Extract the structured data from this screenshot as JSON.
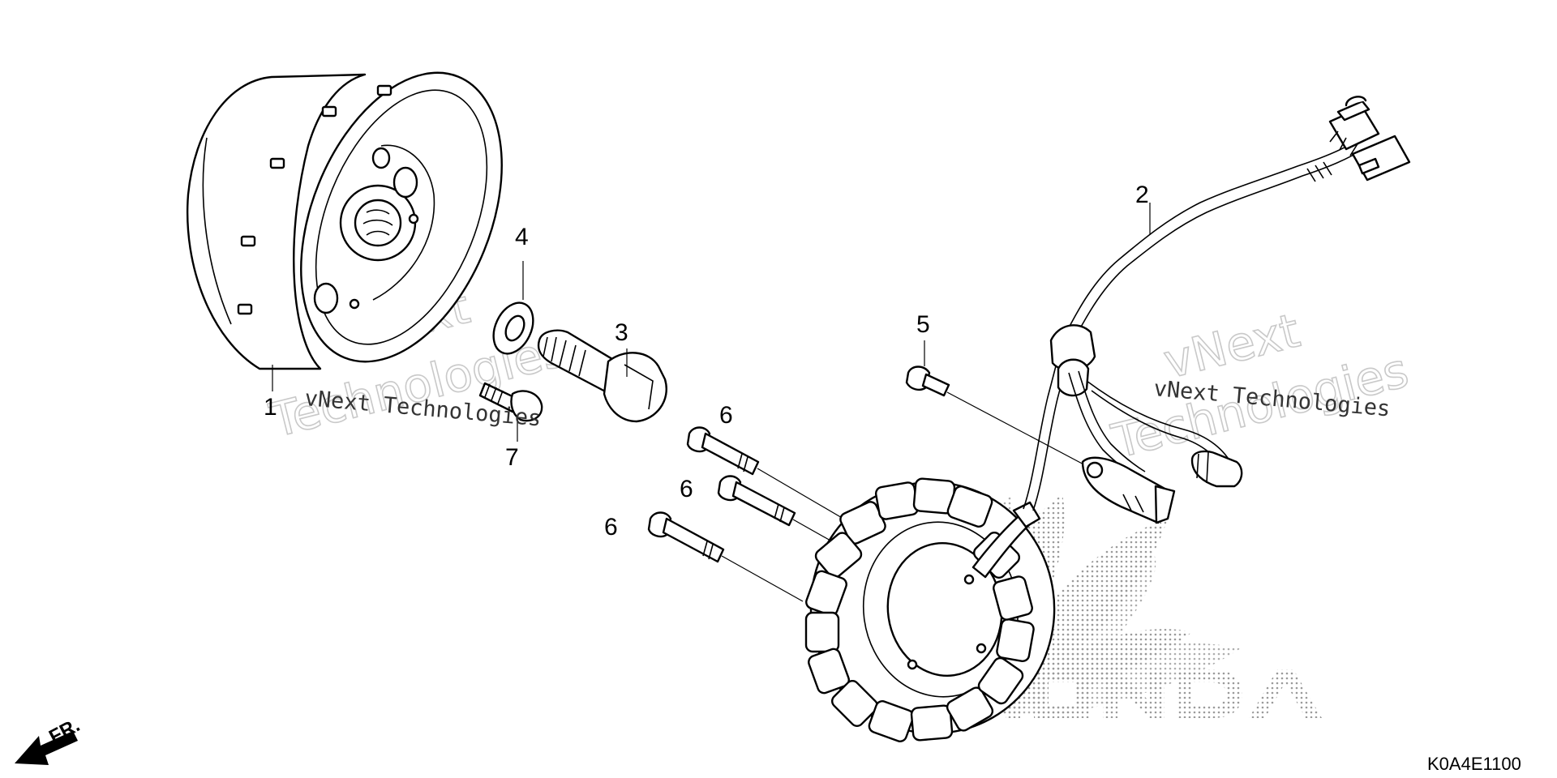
{
  "callouts": {
    "c1": "1",
    "c2": "2",
    "c3": "3",
    "c4": "4",
    "c5": "5",
    "c6a": "6",
    "c6b": "6",
    "c6c": "6",
    "c7": "7"
  },
  "watermarks": {
    "company_small_left": "vNext Technologies",
    "company_small_right": "vNext Technologies",
    "big_left_line1": "vNext",
    "big_left_line2": "Technologies",
    "big_right_line1": "vNext",
    "big_right_line2": "Technologies"
  },
  "logo_text": "HONDA",
  "diagram_code": "K0A4E1100",
  "direction_label": "FR.",
  "colors": {
    "ink": "#000000",
    "watermark": "#c9c9c9",
    "logo_dots": "#9a9a9a"
  },
  "icons": {
    "direction": "front-arrow-icon"
  }
}
